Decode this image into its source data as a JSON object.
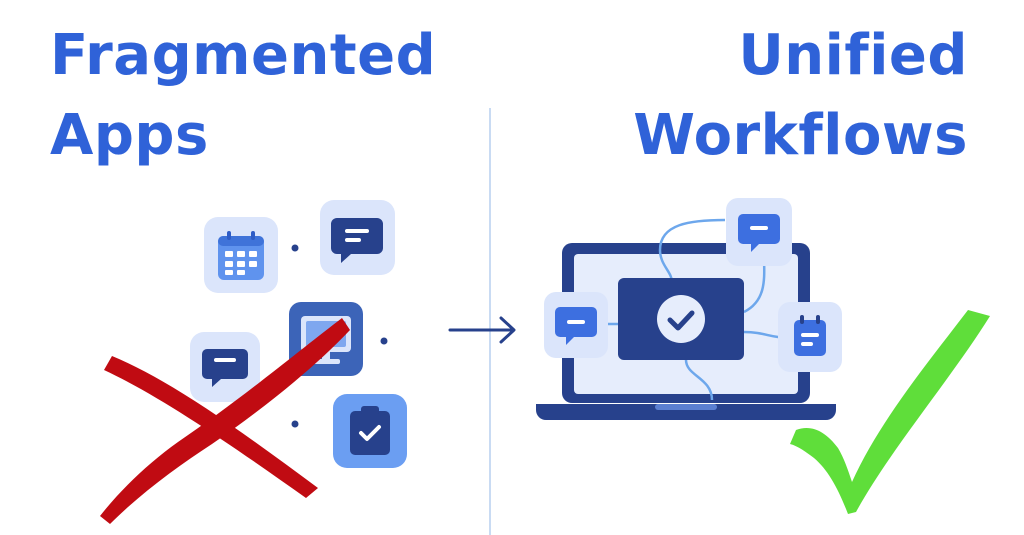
{
  "left_title": {
    "line1": "Fragmented",
    "line2": "Apps"
  },
  "right_title": {
    "line1": "Unified",
    "line2": "Workflows"
  },
  "colors": {
    "title_blue": "#2f62d8",
    "app_tile_light": "#dbe5fb",
    "app_tile_blue": "#6b9ef2",
    "dark_navy": "#27418c",
    "cross_red": "#c00b12",
    "check_green": "#5fde3a",
    "divider": "#c9dbf3"
  },
  "left_icons": [
    "calendar-icon",
    "chat-icon",
    "monitor-icon",
    "chat-icon",
    "clipboard-check-icon"
  ],
  "right_icons": [
    "laptop-icon",
    "check-circle-icon",
    "chat-icon",
    "chat-icon",
    "calendar-list-icon"
  ]
}
